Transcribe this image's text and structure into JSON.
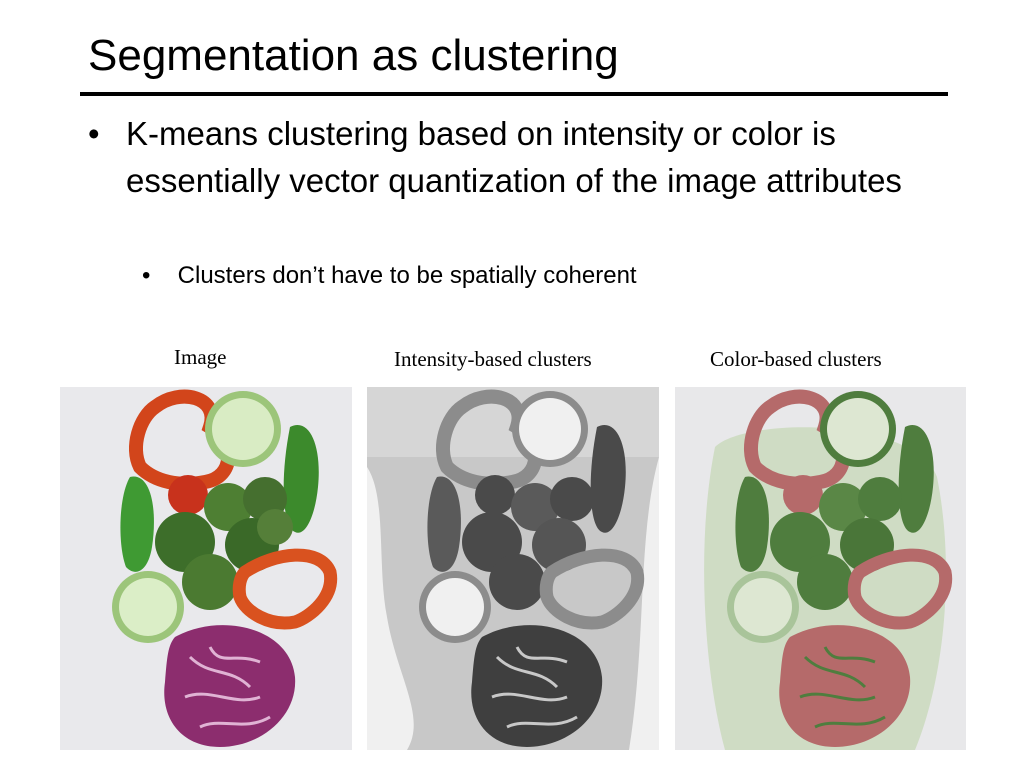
{
  "slide": {
    "title": "Segmentation as clustering",
    "bullets": [
      {
        "mark": "•",
        "text": "K-means clustering based on intensity or color is essentially vector quantization of the image attributes"
      }
    ],
    "sub_bullets": [
      {
        "mark": "•",
        "text": "Clusters don’t have to be spatially coherent"
      }
    ]
  },
  "figure": {
    "captions": {
      "image": "Image",
      "intensity": "Intensity-based clusters",
      "color": "Color-based clusters"
    },
    "panels": [
      {
        "name": "original-vegetables-photo",
        "subject": "vegetables: red pepper rings, cucumber slices, green jalapenos, tomato, broccoli, red cabbage"
      },
      {
        "name": "intensity-clusters-image",
        "subject": "grayscale quantized segmentation"
      },
      {
        "name": "color-clusters-image",
        "subject": "color quantized segmentation (green, pink-red, pale green, light gray)"
      }
    ],
    "colors": {
      "photo_background": "#e9e9ec",
      "intensity_levels": [
        "#f0f0f0",
        "#c8c8c8",
        "#8c8c8c",
        "#4a4a4a"
      ],
      "color_clusters": [
        "#e8e8ea",
        "#cfdcc4",
        "#4f7d3e",
        "#b56a6a"
      ]
    }
  }
}
